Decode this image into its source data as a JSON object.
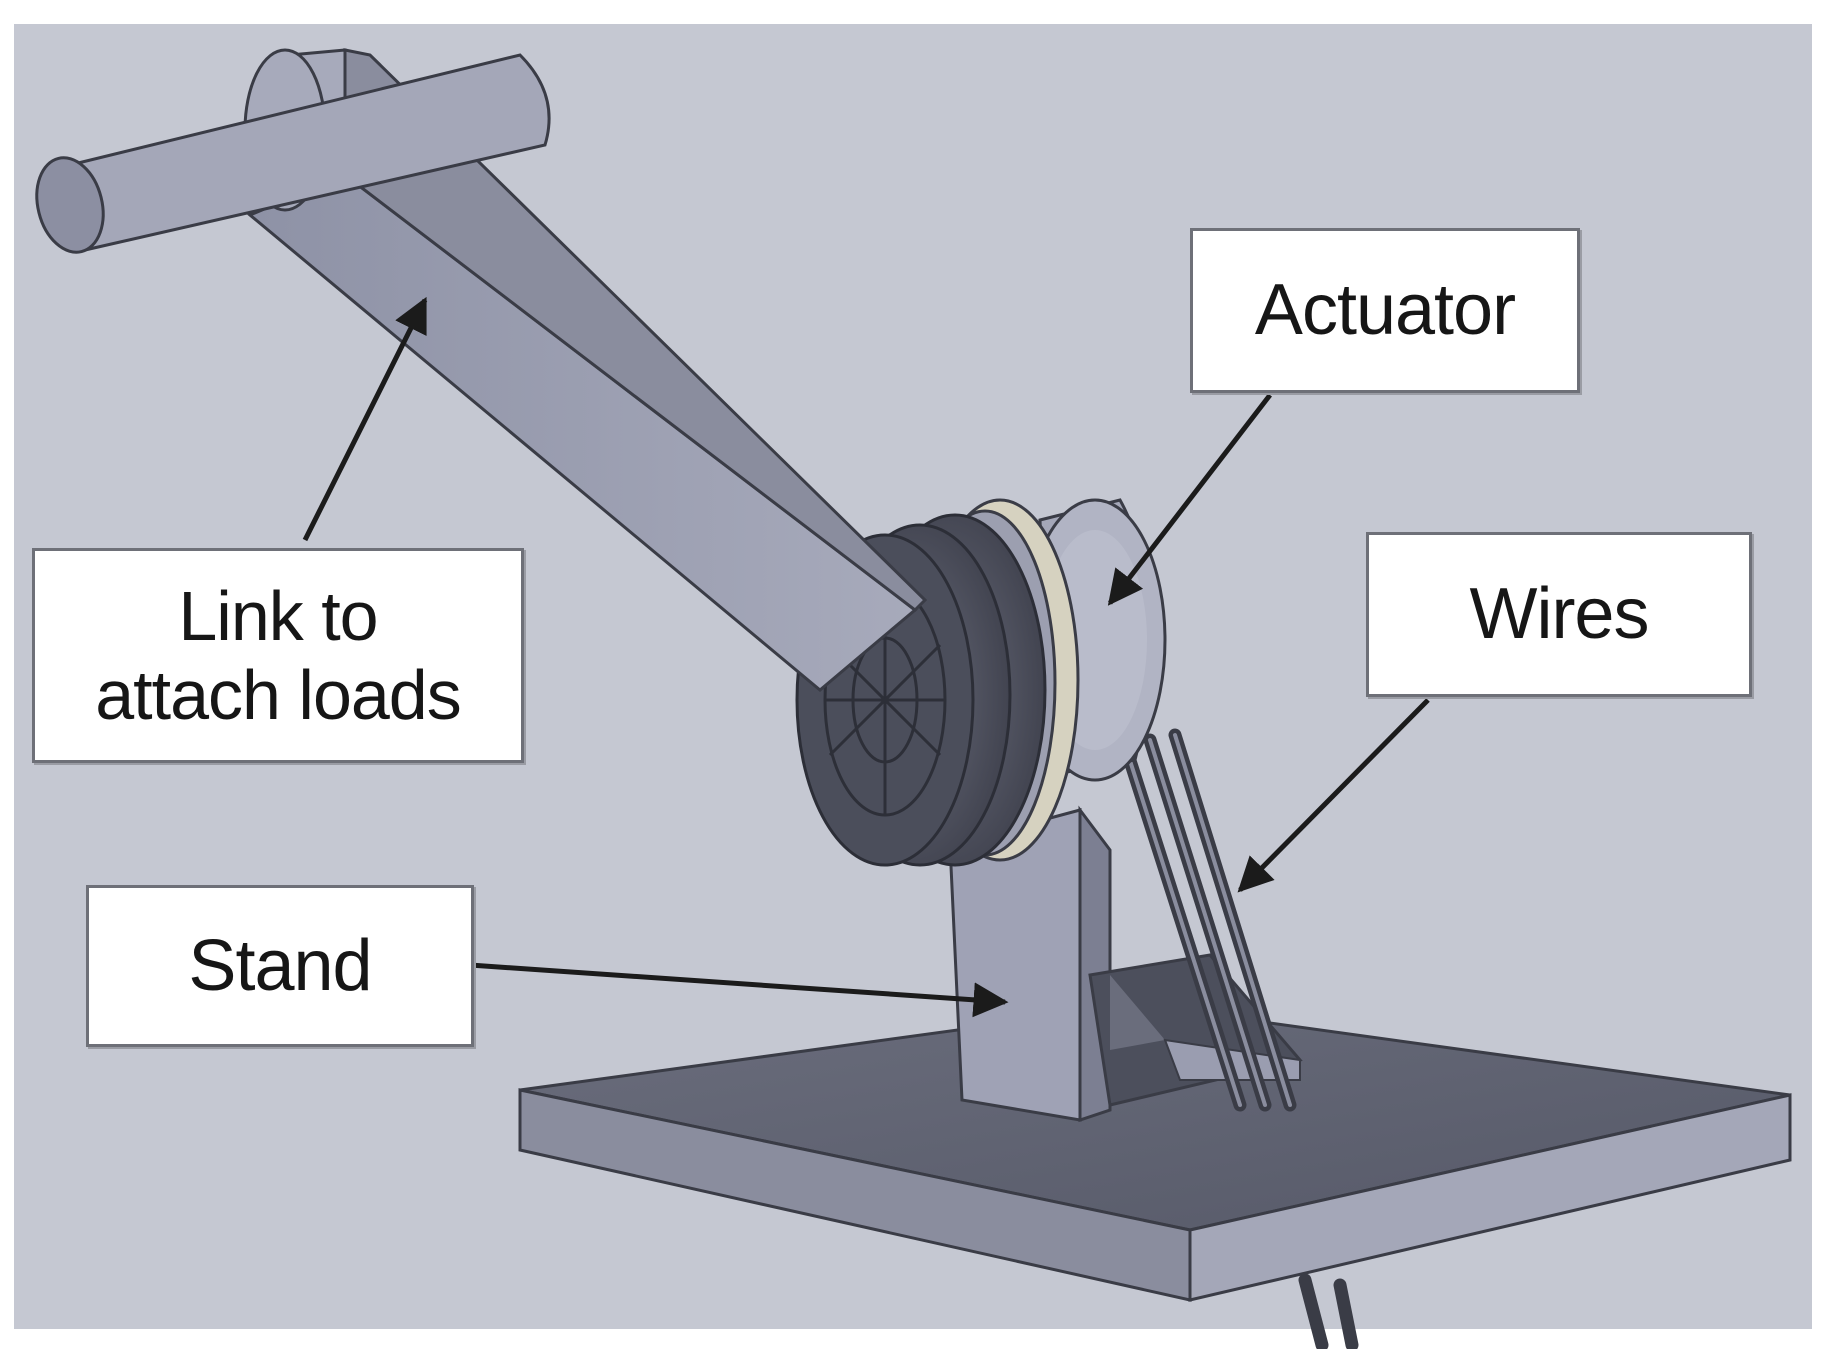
{
  "labels": {
    "link": [
      "Link to",
      "attach loads"
    ],
    "actuator": "Actuator",
    "wires": "Wires",
    "stand": "Stand"
  },
  "colors": {
    "background": "#c5c8d2",
    "part_light": "#a4a7b8",
    "part_mid": "#8a8d9e",
    "part_dark": "#5f6272",
    "edge": "#3a3c46",
    "ring": "#d6d2c0",
    "arrow": "#1b1b1b"
  }
}
